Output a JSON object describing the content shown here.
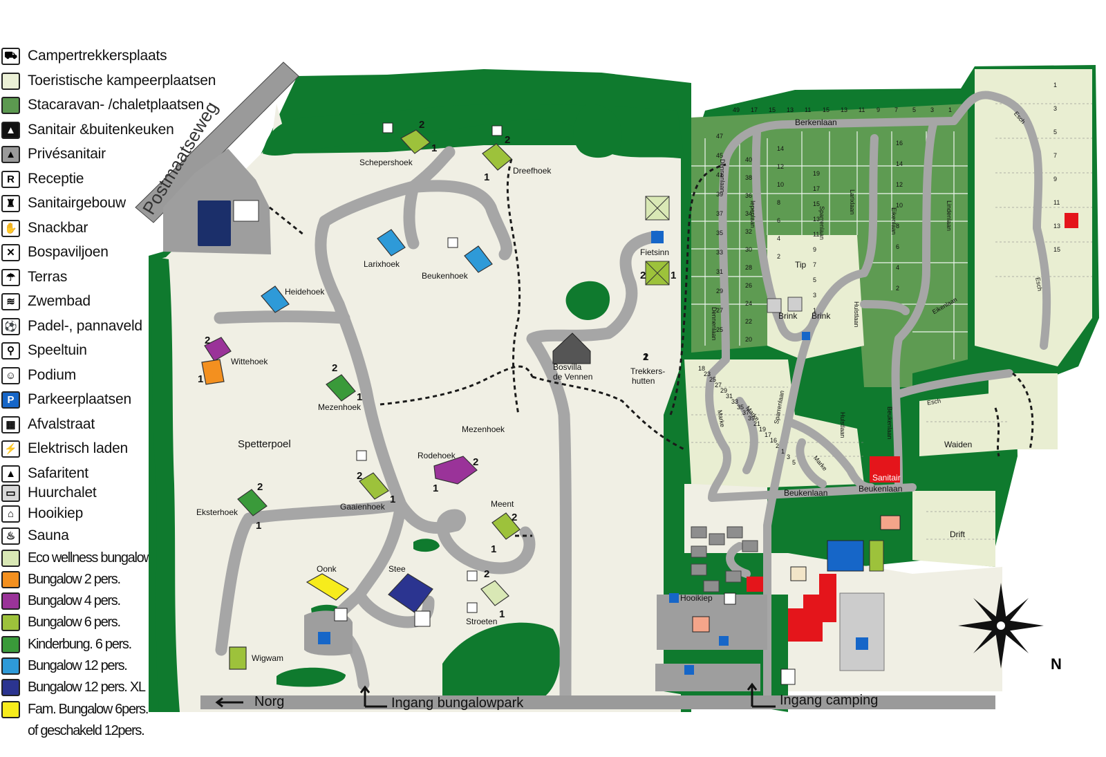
{
  "legend": [
    {
      "label": "Campertrekkersplaats",
      "icon": "camper-icon",
      "color": "#ffffff"
    },
    {
      "label": "Toeristische kampeerplaatsen",
      "icon": "",
      "color": "#ebf0d6"
    },
    {
      "label": "Stacaravan- /chaletplaatsen",
      "icon": "",
      "color": "#5c9950"
    },
    {
      "label": "Sanitair &buitenkeuken",
      "icon": "sanitary-kitchen-icon",
      "color": "#111111"
    },
    {
      "label": "Privésanitair",
      "icon": "private-sanitary-icon",
      "color": "#9a9a9a"
    },
    {
      "label": "Receptie",
      "icon": "reception-icon",
      "color": "#ffffff"
    },
    {
      "label": "Sanitairgebouw",
      "icon": "sanitary-building-icon",
      "color": "#ffffff"
    },
    {
      "label": "Snackbar",
      "icon": "snackbar-icon",
      "color": "#ffffff"
    },
    {
      "label": "Bospaviljoen",
      "icon": "cutlery-icon",
      "color": "#ffffff"
    },
    {
      "label": "Terras",
      "icon": "parasol-icon",
      "color": "#ffffff"
    },
    {
      "label": "Zwembad",
      "icon": "swimmer-icon",
      "color": "#ffffff"
    },
    {
      "label": "Padel-, pannaveld",
      "icon": "football-icon",
      "color": "#ffffff"
    },
    {
      "label": "Speeltuin",
      "icon": "playground-icon",
      "color": "#ffffff"
    },
    {
      "label": "Podium",
      "icon": "theatre-mask-icon",
      "color": "#ffffff"
    },
    {
      "label": "Parkeerplaatsen",
      "icon": "parking-icon",
      "color": "#1666c8"
    },
    {
      "label": "Afvalstraat",
      "icon": "recycling-bins-icon",
      "color": "#ffffff"
    },
    {
      "label": "Elektrisch laden",
      "icon": "ev-charging-icon",
      "color": "#ffffff"
    },
    {
      "label": "Safaritent",
      "icon": "tent-icon",
      "color": "#ffffff"
    },
    {
      "label": "Huurchalet",
      "icon": "chalet-icon",
      "color": "#d8d8d8"
    },
    {
      "label": "Hooikiep",
      "icon": "barn-icon",
      "color": "#ffffff"
    },
    {
      "label": "Sauna",
      "icon": "sauna-icon",
      "color": "#ffffff"
    },
    {
      "label": "Eco wellness bungalow",
      "icon": "",
      "color": "#d9e8b5"
    },
    {
      "label": "Bungalow 2 pers.",
      "icon": "",
      "color": "#f3901f"
    },
    {
      "label": "Bungalow 4 pers.",
      "icon": "",
      "color": "#9a3399"
    },
    {
      "label": "Bungalow 6 pers.",
      "icon": "",
      "color": "#9dc23b"
    },
    {
      "label": "Kinderbung. 6 pers.",
      "icon": "",
      "color": "#3a9a3a"
    },
    {
      "label": "Bungalow 12 pers.",
      "icon": "",
      "color": "#2e9ad8"
    },
    {
      "label": "Bungalow 12 pers. XL",
      "icon": "",
      "color": "#2b3490"
    },
    {
      "label": "Fam. Bungalow 6pers.",
      "icon": "",
      "color": "#f7ec1c"
    },
    {
      "label": "of geschakeld 12pers.",
      "icon": "",
      "color": ""
    }
  ],
  "roads": {
    "postmaatseweg": "Postmaatseweg",
    "norg": "Norg",
    "ingang_bungalowpark": "Ingang bungalowpark",
    "ingang_camping": "Ingang camping"
  },
  "places": {
    "schepershoek": "Schepershoek",
    "dreefhoek": "Dreefhoek",
    "larixhoek": "Larixhoek",
    "beukenhoek": "Beukenhoek",
    "heidehoek": "Heidehoek",
    "wittehoek": "Wittehoek",
    "spetterpoel": "Spetterpoel",
    "mezenhoek_a": "Mezenhoek",
    "mezenhoek_b": "Mezenhoek",
    "rodehoek": "Rodehoek",
    "eksterhoek": "Eksterhoek",
    "gaaienhoek": "Gaaienhoek",
    "meent": "Meent",
    "oonk": "Oonk",
    "stee": "Stee",
    "stroeten": "Stroeten",
    "wigwam": "Wigwam",
    "bosvilla_1": "Bosvilla",
    "bosvilla_2": "de Vennen",
    "fietsinn": "Fietsinn",
    "trekkers_1": "Trekkers-",
    "trekkers_2": "hutten",
    "hooikiep": "Hooikiep",
    "sanitair": "Sanitair",
    "tip": "Tip",
    "brink_a": "Brink",
    "brink_b": "Brink",
    "waiden": "Waiden",
    "drift": "Drift",
    "berkenlaan": "Berkenlaan",
    "dennenlaan_a": "Dennenlaan",
    "dennenlaan_b": "Dennenlaan",
    "iepenlaan": "Iepenlaan",
    "sparrenlaan_a": "Sparrenlaan",
    "larixlaan": "Larixlaan",
    "eikenlaan_a": "Eikenlaan",
    "eikenlaan_b": "Eikenlaan",
    "lindenlaan": "Lindenlaan",
    "hulstlaan_a": "Hulstlaan",
    "hulstlaan_b": "Hulstlaan",
    "beukenlaan_a": "Beukenlaan",
    "beukenlaan_b": "Beukenlaan",
    "beukenlaan_c": "Beukenlaan",
    "esch_a": "Esch",
    "esch_b": "Esch",
    "esch_c": "Esch",
    "marke_a": "Marke",
    "marke_b": "Marke",
    "marke_c": "Marke",
    "sparrenlaan_b": "Sparrenlaan",
    "compass": "N"
  },
  "bungalow_numbers": [
    "2",
    "1",
    "2",
    "1",
    "2",
    "1",
    "2",
    "1",
    "2",
    "1",
    "1",
    "2",
    "2",
    "1",
    "2",
    "1",
    "2",
    "1",
    "2",
    "1",
    "2",
    "1"
  ],
  "plot_numbers": {
    "row_top": [
      "49",
      "17",
      "15",
      "13",
      "11",
      "15",
      "13",
      "11",
      "9",
      "7",
      "5",
      "3",
      "1"
    ],
    "col_left": [
      "47",
      "45",
      "41",
      "39",
      "37",
      "35",
      "33",
      "31",
      "29",
      "27",
      "25"
    ],
    "col_a": [
      "40",
      "38",
      "36",
      "34",
      "32",
      "30",
      "28",
      "26",
      "24",
      "22",
      "20"
    ],
    "col_b": [
      "14",
      "12",
      "10",
      "8",
      "6",
      "4",
      "2"
    ],
    "col_c": [
      "19",
      "17",
      "15",
      "13",
      "11",
      "9",
      "7",
      "5",
      "3",
      "1"
    ],
    "col_right": [
      "16",
      "14",
      "12",
      "10",
      "8",
      "6",
      "4",
      "2"
    ],
    "far_right": [
      "1",
      "3",
      "5",
      "7",
      "9",
      "11",
      "13",
      "15"
    ],
    "misc": [
      "18",
      "23",
      "25",
      "27",
      "29",
      "31",
      "33",
      "35",
      "37",
      "39",
      "21",
      "19",
      "17",
      "16",
      "2",
      "1",
      "3",
      "5"
    ]
  },
  "colors": {
    "forest": "#0f7a2e",
    "field": "#f0efe4",
    "road": "#a6a6a6",
    "plot_green": "#5e9b52",
    "plot_light": "#e9eed2",
    "parking": "#1666c8",
    "red": "#e4151b"
  }
}
